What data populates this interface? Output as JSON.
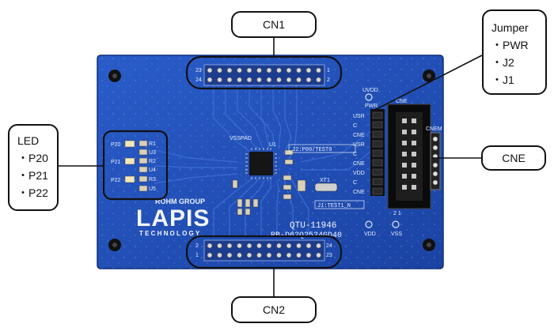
{
  "board": {
    "pcb_color": "#1f4fb8",
    "brand_small": "ROHM GROUP",
    "brand_large": "LAPIS",
    "brand_sub": "TECHNOLOGY",
    "model": "QTU-11946",
    "part_number": "RB-D62Q2524GD40",
    "silk": {
      "vsspad": "VSSPAD",
      "u1": "U1",
      "xt1": "XT1",
      "j2_label": "J2:P00/TEST0",
      "j1_label": "J1:TEST1_N",
      "cne": "CNE",
      "cnem": "CNEM",
      "uvdd": "UVDD",
      "pwr": "PWR",
      "vdd": "VDD",
      "vss": "VSS",
      "cn1_pin_left_top": "23",
      "cn1_pin_left_bottom": "24",
      "cn1_pin_right_top": "1",
      "cn1_pin_right_bottom": "2",
      "cn2_pin_left_top": "2",
      "cn2_pin_left_bottom": "1",
      "cn2_pin_right_top": "24",
      "cn2_pin_right_bottom": "23",
      "p20": "P20",
      "p21": "P21",
      "p22": "P22",
      "r1": "R1",
      "r2": "R2",
      "r3": "R3",
      "u3": "U3",
      "u4": "U4",
      "u5": "U5",
      "jumper_rows": [
        "USR",
        "C",
        "CNE",
        "USR",
        "C",
        "CNE",
        "VDD",
        "C",
        "CNE"
      ],
      "cne_pins": "2  1"
    }
  },
  "callouts": {
    "cn1": "CN1",
    "cn2": "CN2",
    "cne": "CNE",
    "led": {
      "title": "LED",
      "items": [
        "P20",
        "P21",
        "P22"
      ]
    },
    "jumper": {
      "title": "Jumper",
      "items": [
        "PWR",
        "J2",
        "J1"
      ]
    }
  }
}
